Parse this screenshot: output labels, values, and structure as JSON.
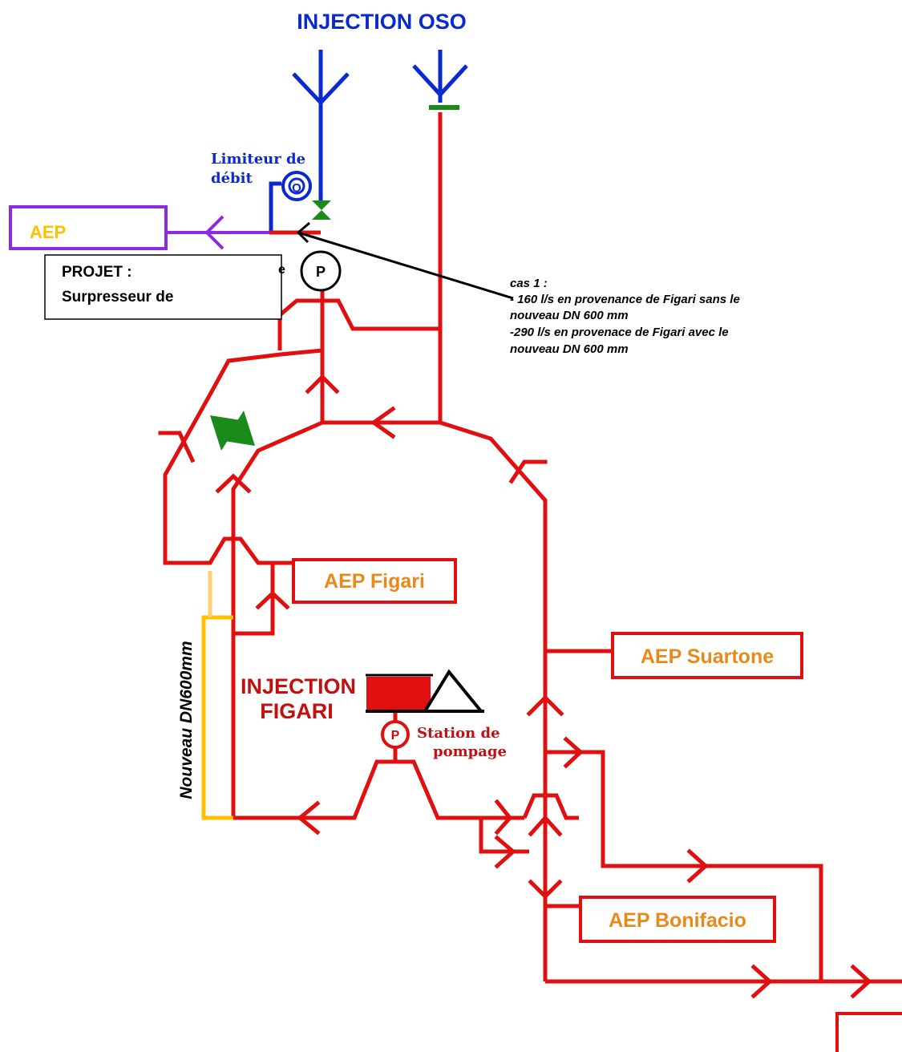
{
  "title": "INJECTION OSO",
  "labels": {
    "limiteur": [
      "Limiteur de",
      "débit"
    ],
    "q_symbol": "Q",
    "p_symbol": "P",
    "aep": "AEP",
    "projet": [
      "PROJET :",
      "Surpresseur de"
    ],
    "projet_partial": "e",
    "cas1": [
      "cas 1 :",
      "- 160 l/s en provenance de Figari sans le",
      "nouveau DN 600 mm",
      "-290 l/s en provenace de Figari avec le",
      "nouveau DN 600 mm"
    ],
    "aep_figari": "AEP Figari",
    "aep_suartone": "AEP Suartone",
    "aep_bonifacio": "AEP Bonifacio",
    "injection_figari": [
      "INJECTION",
      "FIGARI"
    ],
    "station": [
      "Station de",
      "pompage"
    ],
    "nouveau": "Nouveau DN600mm"
  },
  "colors": {
    "pipe": "#e01010",
    "oso": "#0a2ad0",
    "valve": "#1a8a1a",
    "projet_box": "#8a2be2",
    "aep_text": "#ffc000",
    "box_text": "#e88a1a",
    "station_text": "#c01010",
    "new_pipe": "#ffc000",
    "dark_red": "#c01010"
  }
}
